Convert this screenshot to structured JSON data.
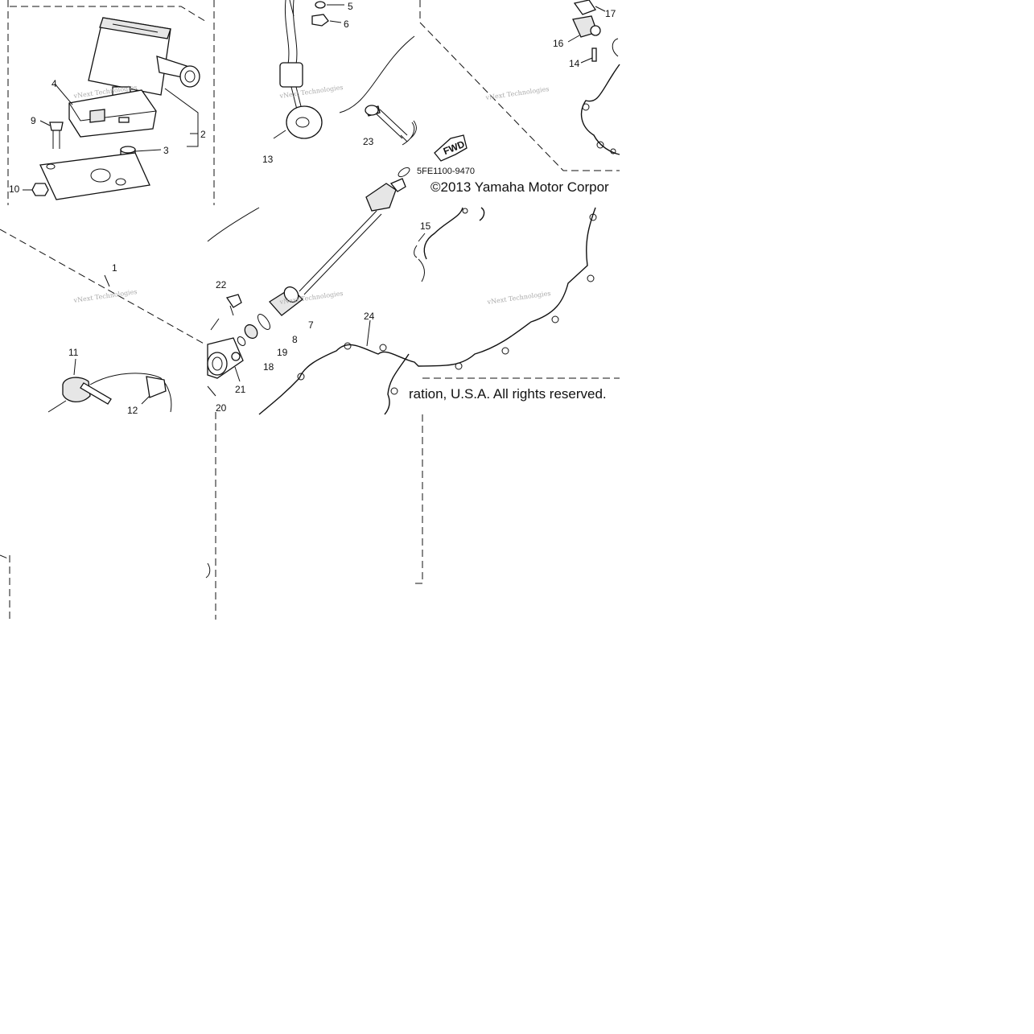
{
  "diagram": {
    "part_code": "5FE1100-9470",
    "copyright_line1": "©2013 Yamaha Motor Corpor",
    "copyright_line2": "ration, U.S.A. All rights reserved.",
    "fwd_label": "FWD",
    "watermark_text": "vNext Technologies",
    "callouts": [
      {
        "id": "c1",
        "label": "1"
      },
      {
        "id": "c2",
        "label": "2"
      },
      {
        "id": "c3",
        "label": "3"
      },
      {
        "id": "c4",
        "label": "4"
      },
      {
        "id": "c5",
        "label": "5"
      },
      {
        "id": "c6",
        "label": "6"
      },
      {
        "id": "c7",
        "label": "7"
      },
      {
        "id": "c8",
        "label": "8"
      },
      {
        "id": "c9",
        "label": "9"
      },
      {
        "id": "c10",
        "label": "10"
      },
      {
        "id": "c11",
        "label": "11"
      },
      {
        "id": "c12",
        "label": "12"
      },
      {
        "id": "c13",
        "label": "13"
      },
      {
        "id": "c14",
        "label": "14"
      },
      {
        "id": "c15",
        "label": "15"
      },
      {
        "id": "c16",
        "label": "16"
      },
      {
        "id": "c17",
        "label": "17"
      },
      {
        "id": "c18",
        "label": "18"
      },
      {
        "id": "c19",
        "label": "19"
      },
      {
        "id": "c20",
        "label": "20"
      },
      {
        "id": "c21",
        "label": "21"
      },
      {
        "id": "c22",
        "label": "22"
      },
      {
        "id": "c23",
        "label": "23"
      },
      {
        "id": "c24",
        "label": "24"
      }
    ]
  }
}
